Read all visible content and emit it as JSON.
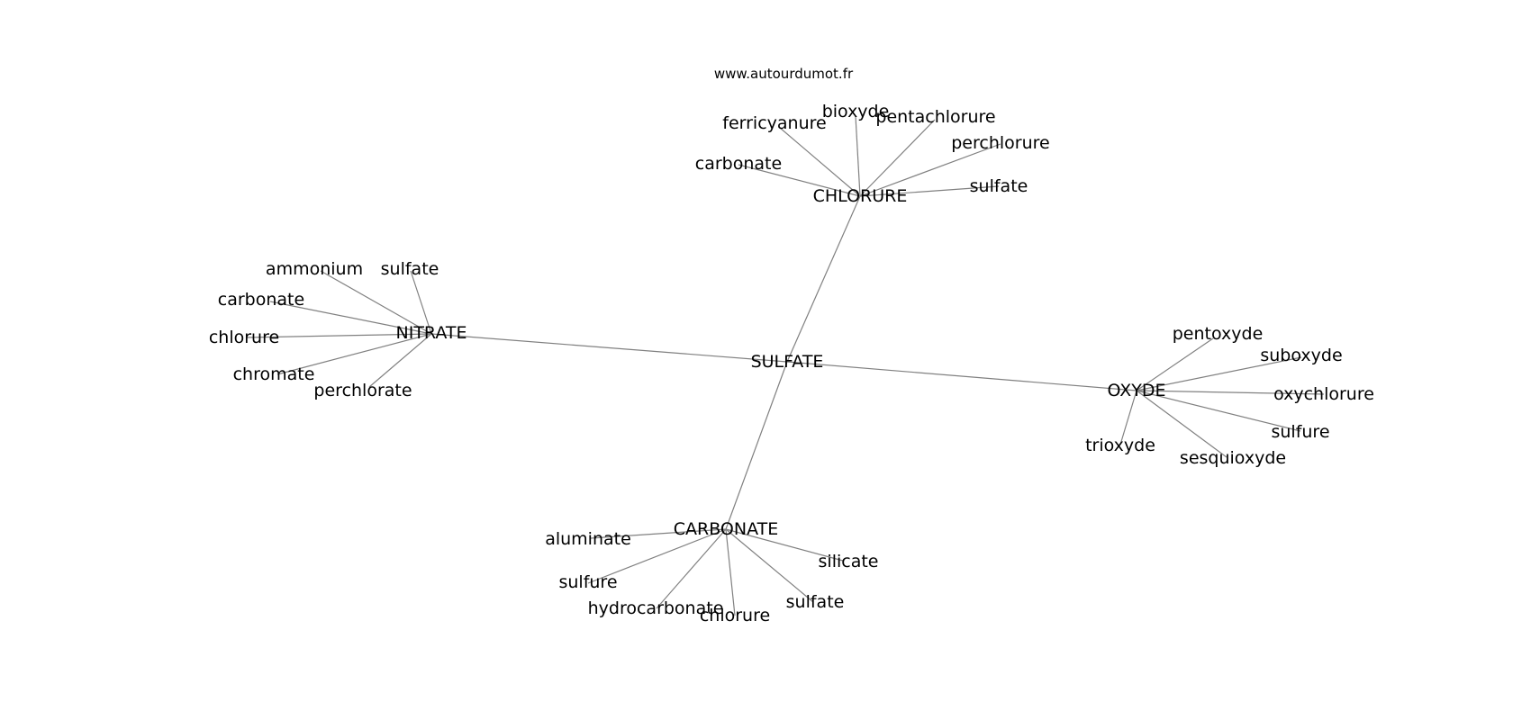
{
  "credit": "www.autourdumot.fr",
  "center": "SULFATE",
  "hubs": [
    {
      "label": "CHLORURE",
      "children": [
        "ferricyanure",
        "bioxyde",
        "pentachlorure",
        "perchlorure",
        "carbonate",
        "sulfate"
      ]
    },
    {
      "label": "NITRATE",
      "children": [
        "ammonium",
        "sulfate",
        "carbonate",
        "chlorure",
        "chromate",
        "perchlorate"
      ]
    },
    {
      "label": "OXYDE",
      "children": [
        "pentoxyde",
        "suboxyde",
        "oxychlorure",
        "sulfure",
        "sesquioxyde",
        "trioxyde"
      ]
    },
    {
      "label": "CARBONATE",
      "children": [
        "aluminate",
        "sulfure",
        "hydrocarbonate",
        "chlorure",
        "sulfate",
        "silicate"
      ]
    }
  ]
}
